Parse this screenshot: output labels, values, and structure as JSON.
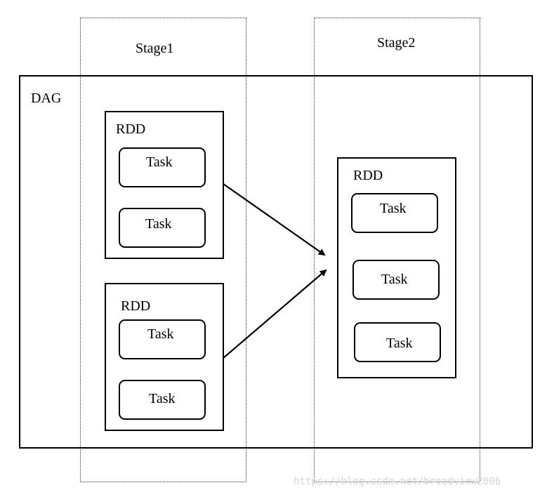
{
  "stages": [
    {
      "label": "Stage1"
    },
    {
      "label": "Stage2"
    }
  ],
  "dag": {
    "label": "DAG"
  },
  "rdds": [
    {
      "label": "RDD",
      "tasks": [
        "Task",
        "Task"
      ]
    },
    {
      "label": "RDD",
      "tasks": [
        "Task",
        "Task"
      ]
    },
    {
      "label": "RDD",
      "tasks": [
        "Task",
        "Task",
        "Task"
      ]
    }
  ],
  "watermark": "https://blog.csdn.net/broadview2006",
  "colors": {
    "stroke": "#000000",
    "stage_border": "#333333",
    "watermark": "#d4d4d4"
  }
}
